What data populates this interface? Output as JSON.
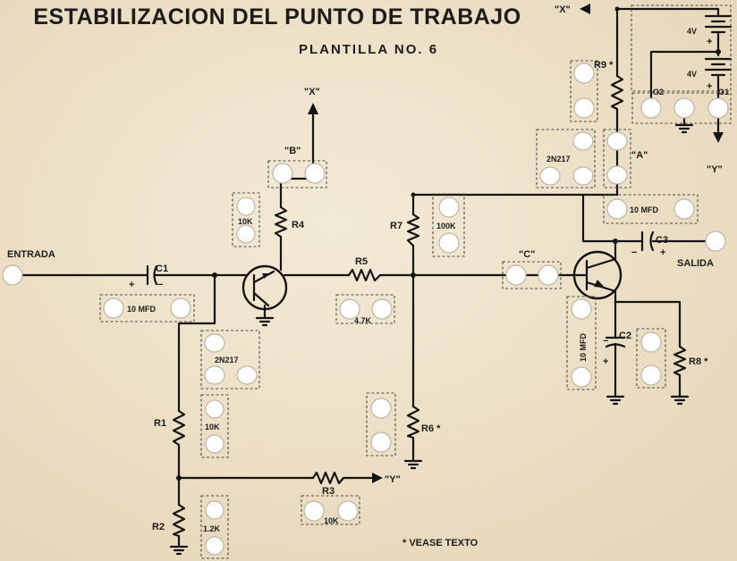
{
  "title": "ESTABILIZACION  DEL  PUNTO  DE  TRABAJO",
  "subtitle": "PLANTILLA NO. 6",
  "terminals": {
    "input": "ENTRADA",
    "output": "SALIDA",
    "x_top": "\"X\"",
    "x_mid": "\"X\"",
    "y_right": "\"Y\"",
    "y_bottom": "\"Y\"",
    "a": "\"A\"",
    "b": "\"B\"",
    "c": "\"C\""
  },
  "components": {
    "c1": "C1",
    "c2": "C2",
    "c3": "C3",
    "r1": "R1",
    "r2": "R2",
    "r3": "R3",
    "r4": "R4",
    "r5": "R5",
    "r6": "R6 *",
    "r7": "R7",
    "r8": "R8 *",
    "r9": "R9 *",
    "g1": "G1",
    "g2": "G2"
  },
  "parts": {
    "c1_value": "10 MFD",
    "c2_value": "10 MFD",
    "c3_value": "10 MFD",
    "q1_type": "2N217",
    "q2_type": "2N217",
    "r4_value": "10K",
    "r5_value": "4.7K",
    "r7_value": "100K",
    "r1_value": "10K",
    "r2_value": "1.2K",
    "r3_value": "10K",
    "battery1": "4V",
    "battery2": "4V"
  },
  "signs": {
    "plus": "+",
    "minus": "−"
  },
  "footnote": "* VEASE TEXTO"
}
